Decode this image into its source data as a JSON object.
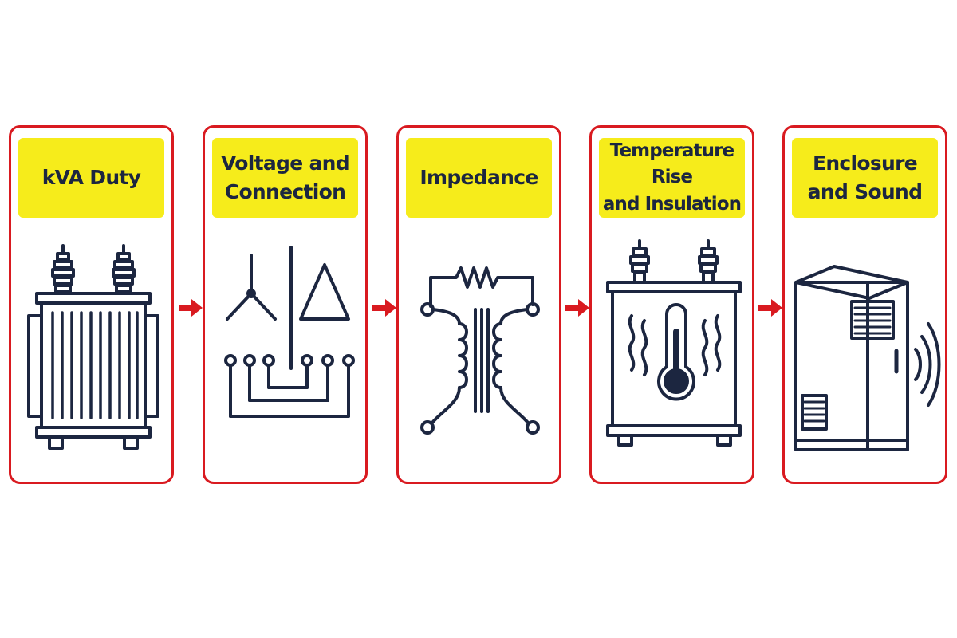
{
  "steps": [
    {
      "label": "kVA Duty",
      "icon": "transformer-icon"
    },
    {
      "label": "Voltage and\nConnection",
      "icon": "wye-delta-connection-icon"
    },
    {
      "label": "Impedance",
      "icon": "impedance-transformer-icon"
    },
    {
      "label": "Temperature Rise\nand Insulation",
      "icon": "thermometer-transformer-icon"
    },
    {
      "label": "Enclosure\nand Sound",
      "icon": "enclosure-sound-icon"
    }
  ],
  "colors": {
    "border": "#d91a20",
    "label_bg": "#f6ec1b",
    "icon_stroke": "#1c2640",
    "arrow": "#d91a20"
  }
}
